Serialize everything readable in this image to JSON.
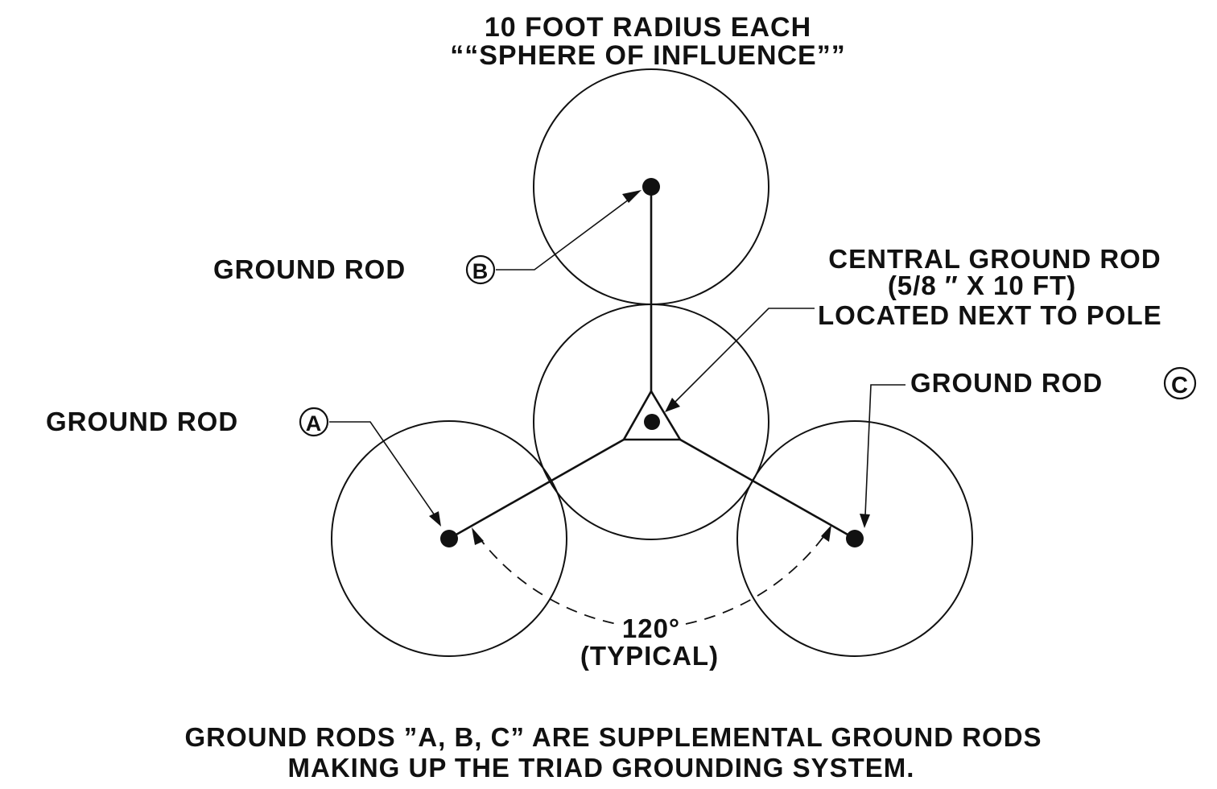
{
  "title": {
    "line1": "10  FOOT  RADIUS  EACH",
    "line2": "““SPHERE  OF  INFLUENCE””"
  },
  "rods": {
    "b": {
      "label": "GROUND  ROD",
      "letter": "B"
    },
    "a": {
      "label": "GROUND  ROD",
      "letter": "A"
    },
    "c": {
      "label": "GROUND  ROD",
      "letter": "C"
    },
    "central": {
      "line1": "CENTRAL  GROUND  ROD",
      "line2": "(5/8  ″  X  10  FT)",
      "line3": "LOCATED  NEXT  TO  POLE"
    }
  },
  "angle": {
    "value": "120°",
    "note": "(TYPICAL)"
  },
  "footer": {
    "line1": "GROUND  RODS  ”A, B, C”  ARE  SUPPLEMENTAL  GROUND  RODS",
    "line2": "MAKING  UP  THE  TRIAD  GROUNDING  SYSTEM."
  }
}
